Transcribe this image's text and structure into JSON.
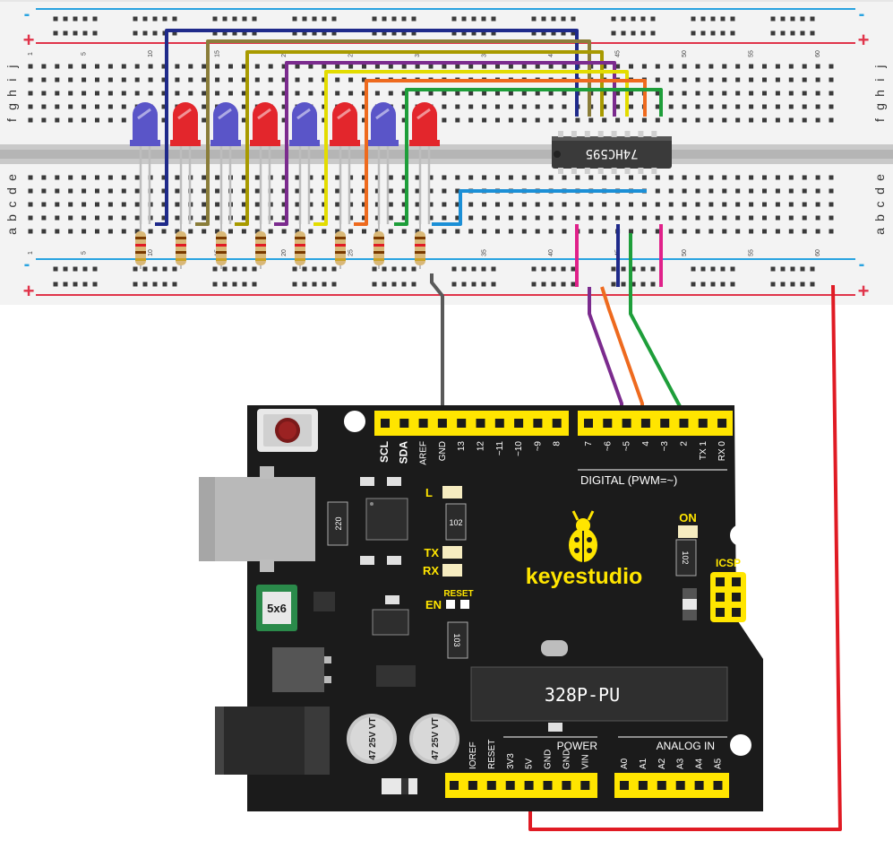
{
  "breadboard": {
    "rail_plus": "+",
    "rail_minus": "-",
    "row_letters_top": [
      "j",
      "i",
      "h",
      "g",
      "f"
    ],
    "row_letters_bottom": [
      "e",
      "d",
      "c",
      "b",
      "a"
    ],
    "column_numbers": [
      "1",
      "5",
      "10",
      "15",
      "20",
      "25",
      "30",
      "35",
      "40",
      "45",
      "50",
      "55",
      "60"
    ],
    "led_colors": [
      "blue",
      "red",
      "blue",
      "red",
      "blue",
      "red",
      "blue",
      "red"
    ],
    "ic_label": "74HC595"
  },
  "board": {
    "brand": "keyestudio",
    "chip_label": "328P-PU",
    "header_top_left_labels": [
      "SCL",
      "SDA",
      "AREF",
      "GND",
      "13",
      "12",
      "~11",
      "~10",
      "~9",
      "8"
    ],
    "header_top_right_labels": [
      "7",
      "~6",
      "~5",
      "4",
      "~3",
      "2",
      "TX 1",
      "RX 0"
    ],
    "digital_label": "DIGITAL  (PWM=~)",
    "led_labels": {
      "l": "L",
      "tx": "TX",
      "rx": "RX",
      "on": "ON"
    },
    "en_label": "EN",
    "reset_label": "RESET",
    "icsp_label": "ICSP",
    "power_label": "POWER",
    "power_pins": [
      "IOREF",
      "RESET",
      "3V3",
      "5V",
      "GND",
      "GND",
      "VIN"
    ],
    "analog_label": "ANALOG IN",
    "analog_pins": [
      "A0",
      "A1",
      "A2",
      "A3",
      "A4",
      "A5"
    ],
    "capacitor_label_1": "47 25V VT",
    "capacitor_label_2": "47 25V VT",
    "fuse_label": "5x6",
    "resistor_codes": [
      "220",
      "102",
      "102",
      "103"
    ]
  },
  "colors": {
    "board": "#1b1b1b",
    "header": "#ffe500",
    "wire_blue": "#1f2a8a",
    "wire_olive": "#8a7d3a",
    "wire_olive2": "#a89a00",
    "wire_purple": "#7b2b8e",
    "wire_yellow": "#e3dc00",
    "wire_orange": "#ee6a1e",
    "wire_green": "#1e9e3a",
    "wire_cyan": "#1b8fd6",
    "wire_magenta": "#e0218a",
    "wire_red": "#e01b24",
    "wire_gray": "#5a5a5a",
    "led_blue": "#5a55c8",
    "led_red": "#e3262c"
  }
}
